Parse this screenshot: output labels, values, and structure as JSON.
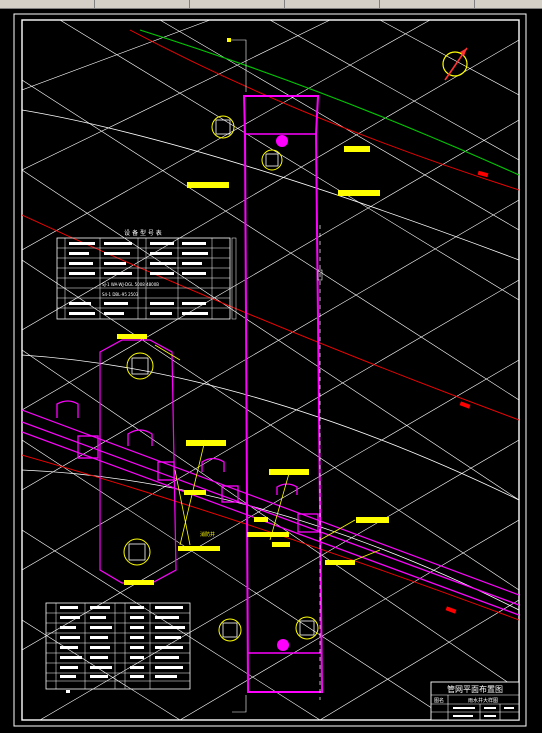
{
  "window": {
    "title": ""
  },
  "drawing": {
    "equipment_table_title": "设 备 型 号 表",
    "equipment_table_rows": [
      "SJ-1 WA-WJ-DGL 5008 4800B",
      "",
      "S4-1 DBL-95 2503"
    ],
    "outlet_label": "消防井",
    "titleblock": {
      "title": "管网平面布置图",
      "subtitle": "雨水井大样图",
      "label_left": "图名"
    }
  },
  "colors": {
    "background": "#000000",
    "grid_lines": "#ffffff",
    "pipe_main": "#ff00ff",
    "pipe_red": "#ff0000",
    "pipe_green": "#00cc00",
    "label_highlight": "#ffff00",
    "titleblock": "#ffffff"
  }
}
